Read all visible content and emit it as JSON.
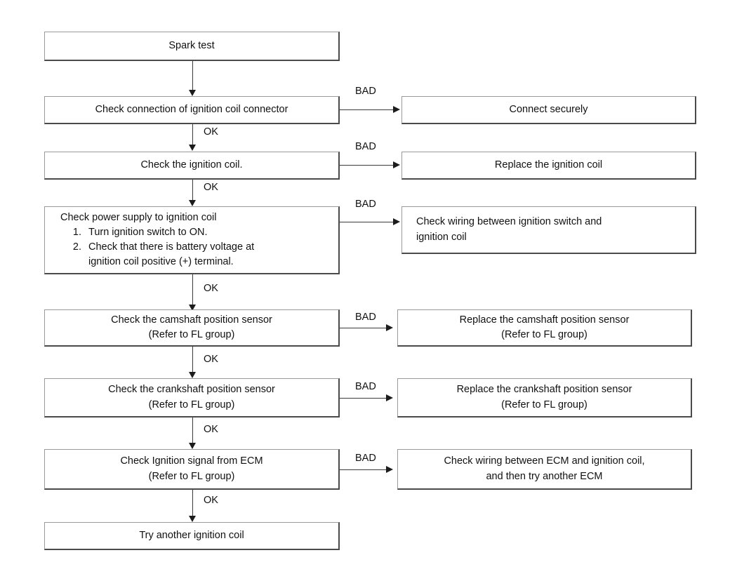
{
  "diagram": {
    "title": "Ignition System Spark Test Troubleshooting Flowchart",
    "background_color": "#ffffff",
    "box_border_color": "#4a4a4a",
    "connector_color": "#1c1c1c",
    "text_color": "#111111",
    "edge_labels": {
      "ok": "OK",
      "bad": "BAD"
    },
    "nodes": {
      "start": {
        "label": "Spark test"
      },
      "check_connection": {
        "label": "Check connection of ignition coil connector"
      },
      "connect_securely": {
        "label": "Connect securely"
      },
      "check_coil": {
        "label": "Check the ignition coil."
      },
      "replace_coil": {
        "label": "Replace the ignition coil"
      },
      "check_power_supply": {
        "heading": "Check power supply to ignition coil",
        "steps": [
          {
            "num": "1.",
            "text": "Turn ignition switch to ON."
          },
          {
            "num": "2.",
            "text": "Check that there is battery voltage at",
            "cont": "ignition coil positive (+) terminal."
          }
        ]
      },
      "check_wiring_switch": {
        "line1": "Check wiring between ignition switch and",
        "line2": "ignition coil"
      },
      "check_cmp": {
        "line1": "Check the camshaft position sensor",
        "line2": "(Refer to FL group)"
      },
      "replace_cmp": {
        "line1": "Replace the camshaft position sensor",
        "line2": "(Refer to FL group)"
      },
      "check_ckp": {
        "line1": "Check the crankshaft position sensor",
        "line2": "(Refer to FL group)"
      },
      "replace_ckp": {
        "line1": "Replace the crankshaft position sensor",
        "line2": "(Refer to FL group)"
      },
      "check_ecm_signal": {
        "line1": "Check Ignition signal from ECM",
        "line2": "(Refer to FL group)"
      },
      "check_wiring_ecm": {
        "line1": "Check wiring between ECM and ignition coil,",
        "line2": "and then try another ECM"
      },
      "try_another_coil": {
        "label": "Try another ignition coil"
      }
    }
  }
}
